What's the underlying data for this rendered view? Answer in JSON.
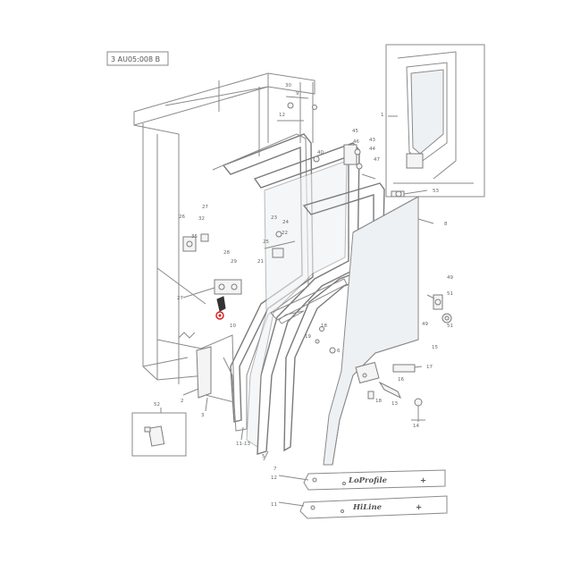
{
  "diagram": {
    "reference_code": "3 AU05:008 B",
    "decal_loprofile": "LoProfile",
    "decal_hiline": "HiLine",
    "decal_mark": "+",
    "highlight_color": "#e02020",
    "line_color": "#8a8a8a",
    "callouts": {
      "c1": "1",
      "c2": "2",
      "c3": "3",
      "c5": "5",
      "c6": "6",
      "c7": "7",
      "c8": "8",
      "c9": "9",
      "c10": "10",
      "c11": "11",
      "c11_13": "11-13",
      "c12": "12",
      "c13": "13",
      "c14": "14",
      "c15": "15",
      "c16": "16",
      "c17": "17",
      "c18": "18",
      "c19": "19",
      "c21": "21",
      "c22": "22",
      "c23": "23",
      "c24": "24",
      "c25": "25",
      "c26": "26",
      "c27": "27",
      "c28": "28",
      "c29": "29",
      "c30": "30",
      "c32": "32",
      "c35": "35",
      "c40": "40",
      "c43": "43",
      "c44": "44",
      "c45": "45",
      "c46": "46",
      "c47": "47",
      "c49": "49",
      "c51": "51",
      "c52": "52",
      "c53": "53"
    }
  }
}
